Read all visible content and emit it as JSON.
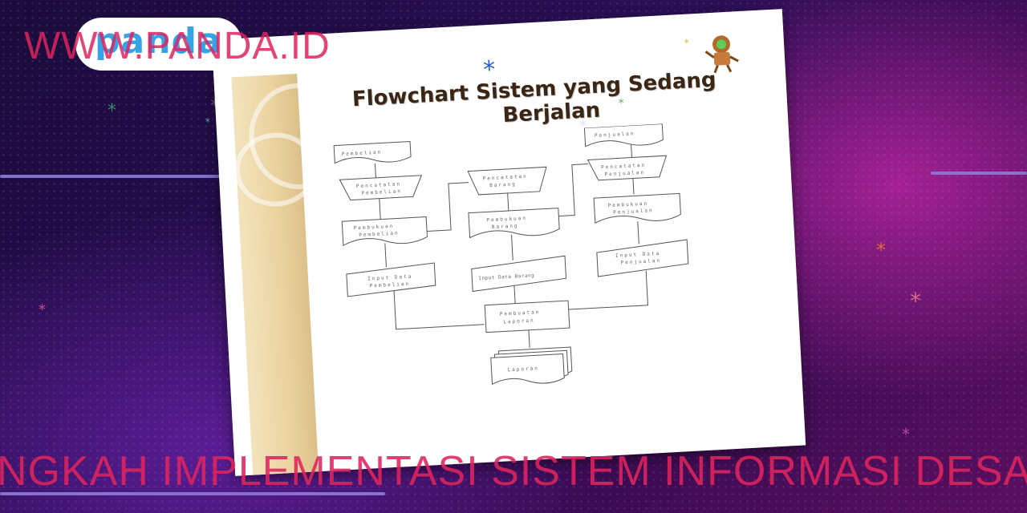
{
  "watermark_top": "WWW.PANDA.ID",
  "logo_text": "panda",
  "caption_bottom": "NGKAH IMPLEMENTASI SISTEM INFORMASI DESA",
  "slide": {
    "title_line1": "Flowchart Sistem yang Sedang",
    "title_line2": "Berjalan"
  },
  "flowchart": {
    "nodes": {
      "pembelian": "Pembelian",
      "pencatatan_pembelian": [
        "Pencatatan",
        "Pembelian"
      ],
      "pembukuan_pembelian": [
        "Pembukuan",
        "Pembelian"
      ],
      "input_data_pembelian": [
        "Input Data",
        "Pembelian"
      ],
      "pencatatan_barang": [
        "Pencatatan",
        "Barang"
      ],
      "pembukuan_barang": [
        "Pembukuan",
        "Barang"
      ],
      "input_data_barang": "Input Data Barang",
      "penjualan": "Penjualan",
      "pencatatan_penjualan": [
        "Pencatatan",
        "Penjualan"
      ],
      "pembukuan_penjualan": [
        "Pembukuan",
        "Penjualan"
      ],
      "input_data_penjualan": [
        "Input Data",
        "Penjualan"
      ],
      "pembuatan_laporan": [
        "Pembuatan",
        "Laporan"
      ],
      "laporan": "Laporan"
    }
  },
  "colors": {
    "watermark": "#e0245e",
    "logo": "#35a3e6",
    "title": "#3b2616"
  }
}
